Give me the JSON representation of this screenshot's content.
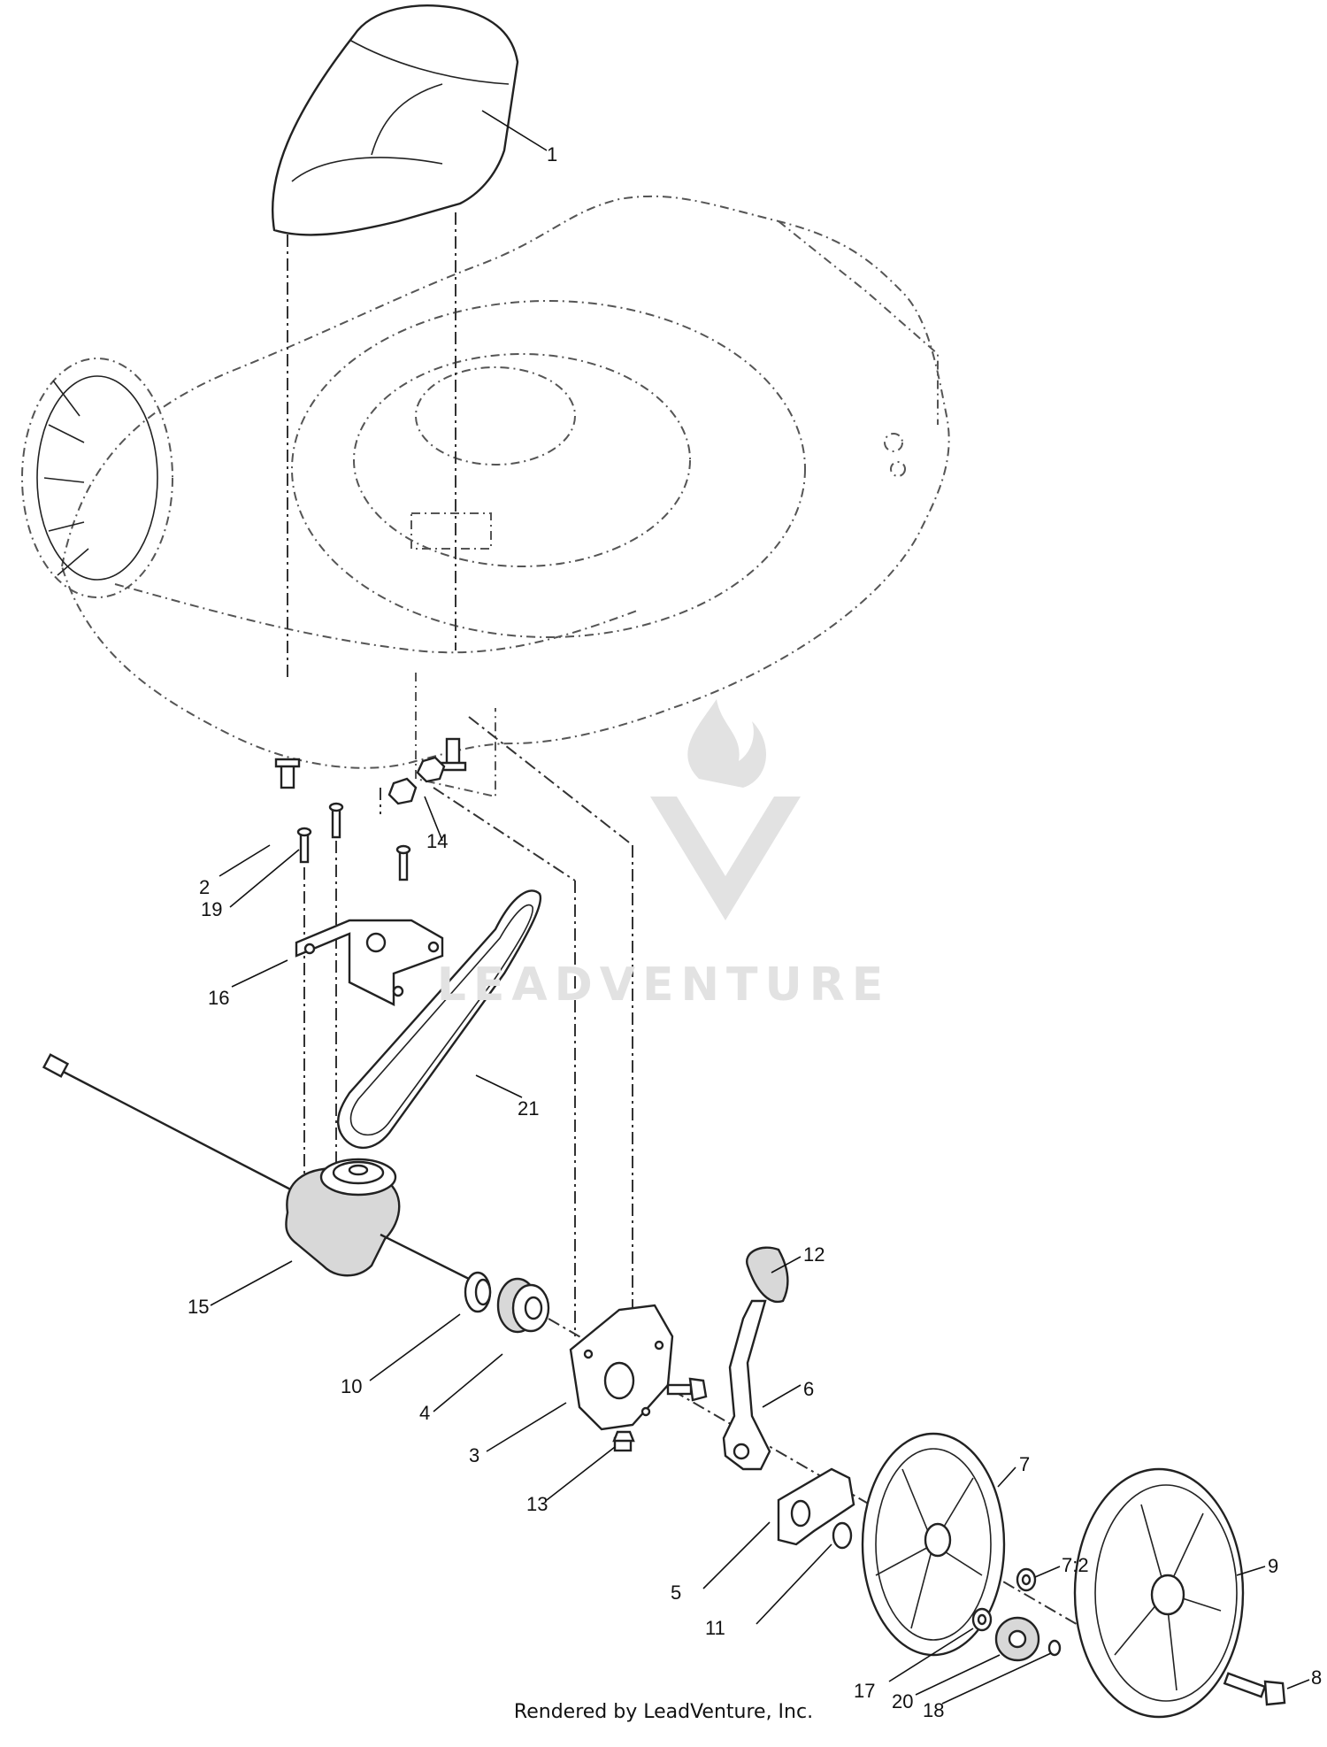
{
  "footer": {
    "text": "Rendered by LeadVenture, Inc."
  },
  "watermark": {
    "text": "LEADVENTURE"
  },
  "callouts": [
    {
      "id": "1",
      "label": "1"
    },
    {
      "id": "2",
      "label": "2"
    },
    {
      "id": "3",
      "label": "3"
    },
    {
      "id": "4",
      "label": "4"
    },
    {
      "id": "5",
      "label": "5"
    },
    {
      "id": "6",
      "label": "6"
    },
    {
      "id": "7",
      "label": "7"
    },
    {
      "id": "7-2",
      "label": "7:2"
    },
    {
      "id": "8",
      "label": "8"
    },
    {
      "id": "9",
      "label": "9"
    },
    {
      "id": "10",
      "label": "10"
    },
    {
      "id": "11",
      "label": "11"
    },
    {
      "id": "12",
      "label": "12"
    },
    {
      "id": "13",
      "label": "13"
    },
    {
      "id": "14",
      "label": "14"
    },
    {
      "id": "15",
      "label": "15"
    },
    {
      "id": "16",
      "label": "16"
    },
    {
      "id": "17",
      "label": "17"
    },
    {
      "id": "18",
      "label": "18"
    },
    {
      "id": "19",
      "label": "19"
    },
    {
      "id": "20",
      "label": "20"
    },
    {
      "id": "21",
      "label": "21"
    }
  ],
  "colors": {
    "line": "#222222",
    "watermark": "#e2e2e2",
    "background": "#ffffff"
  }
}
